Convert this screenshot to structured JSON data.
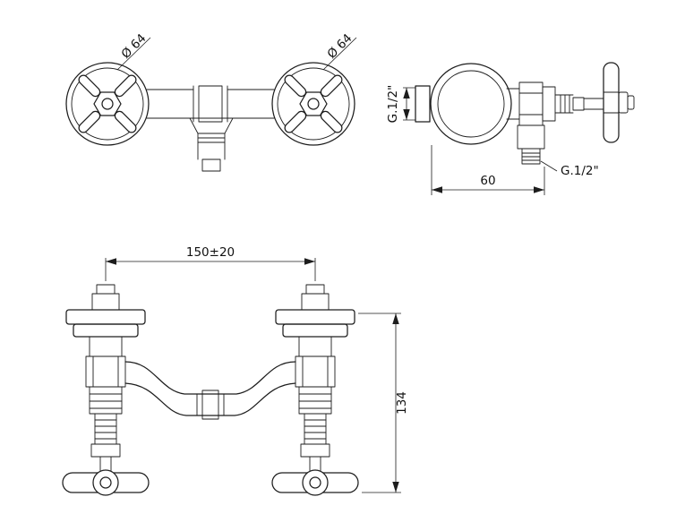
{
  "drawing": {
    "type": "faucet-technical-drawing",
    "colors": {
      "line": "#1d1d1d",
      "background": "#ffffff"
    },
    "labels": {
      "diameter_left": "Ø 64",
      "diameter_right": "Ø 64",
      "inlet_thread": "G.1/2\"",
      "outlet_thread": "G.1/2\"",
      "depth": "60",
      "center_distance": "150±20",
      "height": "134"
    }
  }
}
